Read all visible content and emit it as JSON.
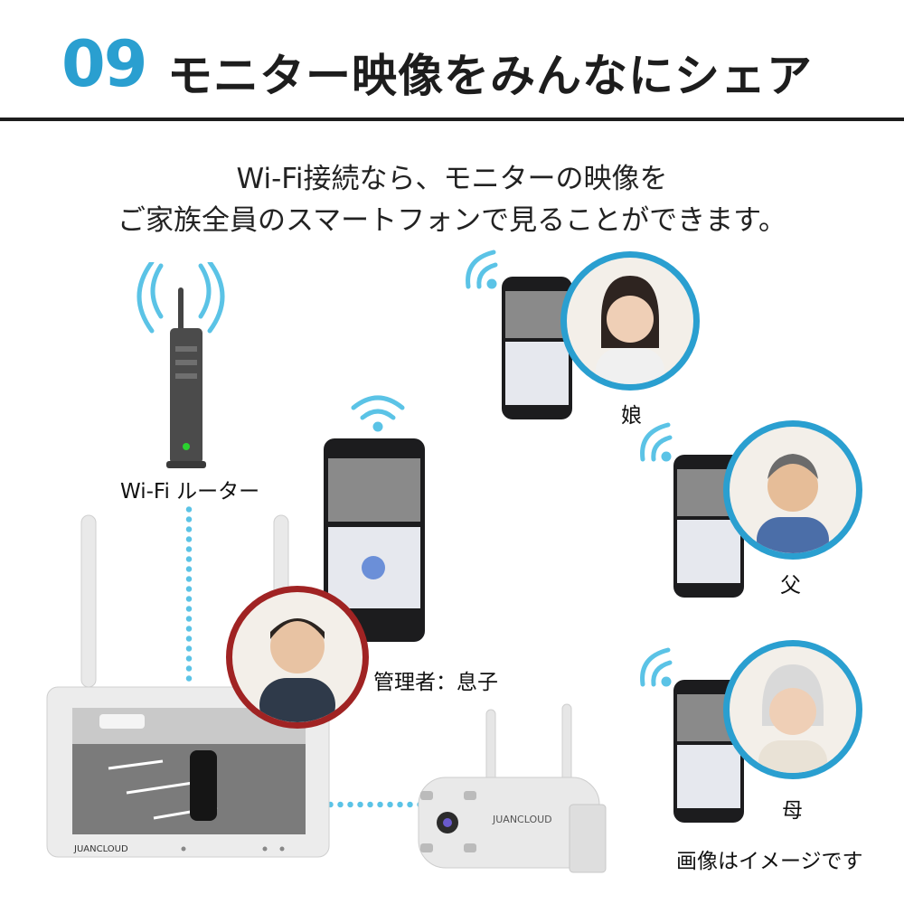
{
  "header": {
    "number": "09",
    "title": "モニター映像をみんなにシェア"
  },
  "intro": {
    "line1": "Wi-Fi接続なら、モニターの映像を",
    "line2": "ご家族全員のスマートフォンで見ることができます。"
  },
  "labels": {
    "router": "Wi-Fi ルーター",
    "son": "管理者：息子",
    "daughter": "娘",
    "father": "父",
    "mother": "母",
    "disclaimer": "画像はイメージです"
  },
  "device": {
    "monitor_brand": "JUANCLOUD",
    "camera_brand": "JUANCLOUD"
  },
  "colors": {
    "accent": "#2a9fd0",
    "son_ring": "#a02323",
    "dots": "#5bc3e6"
  }
}
